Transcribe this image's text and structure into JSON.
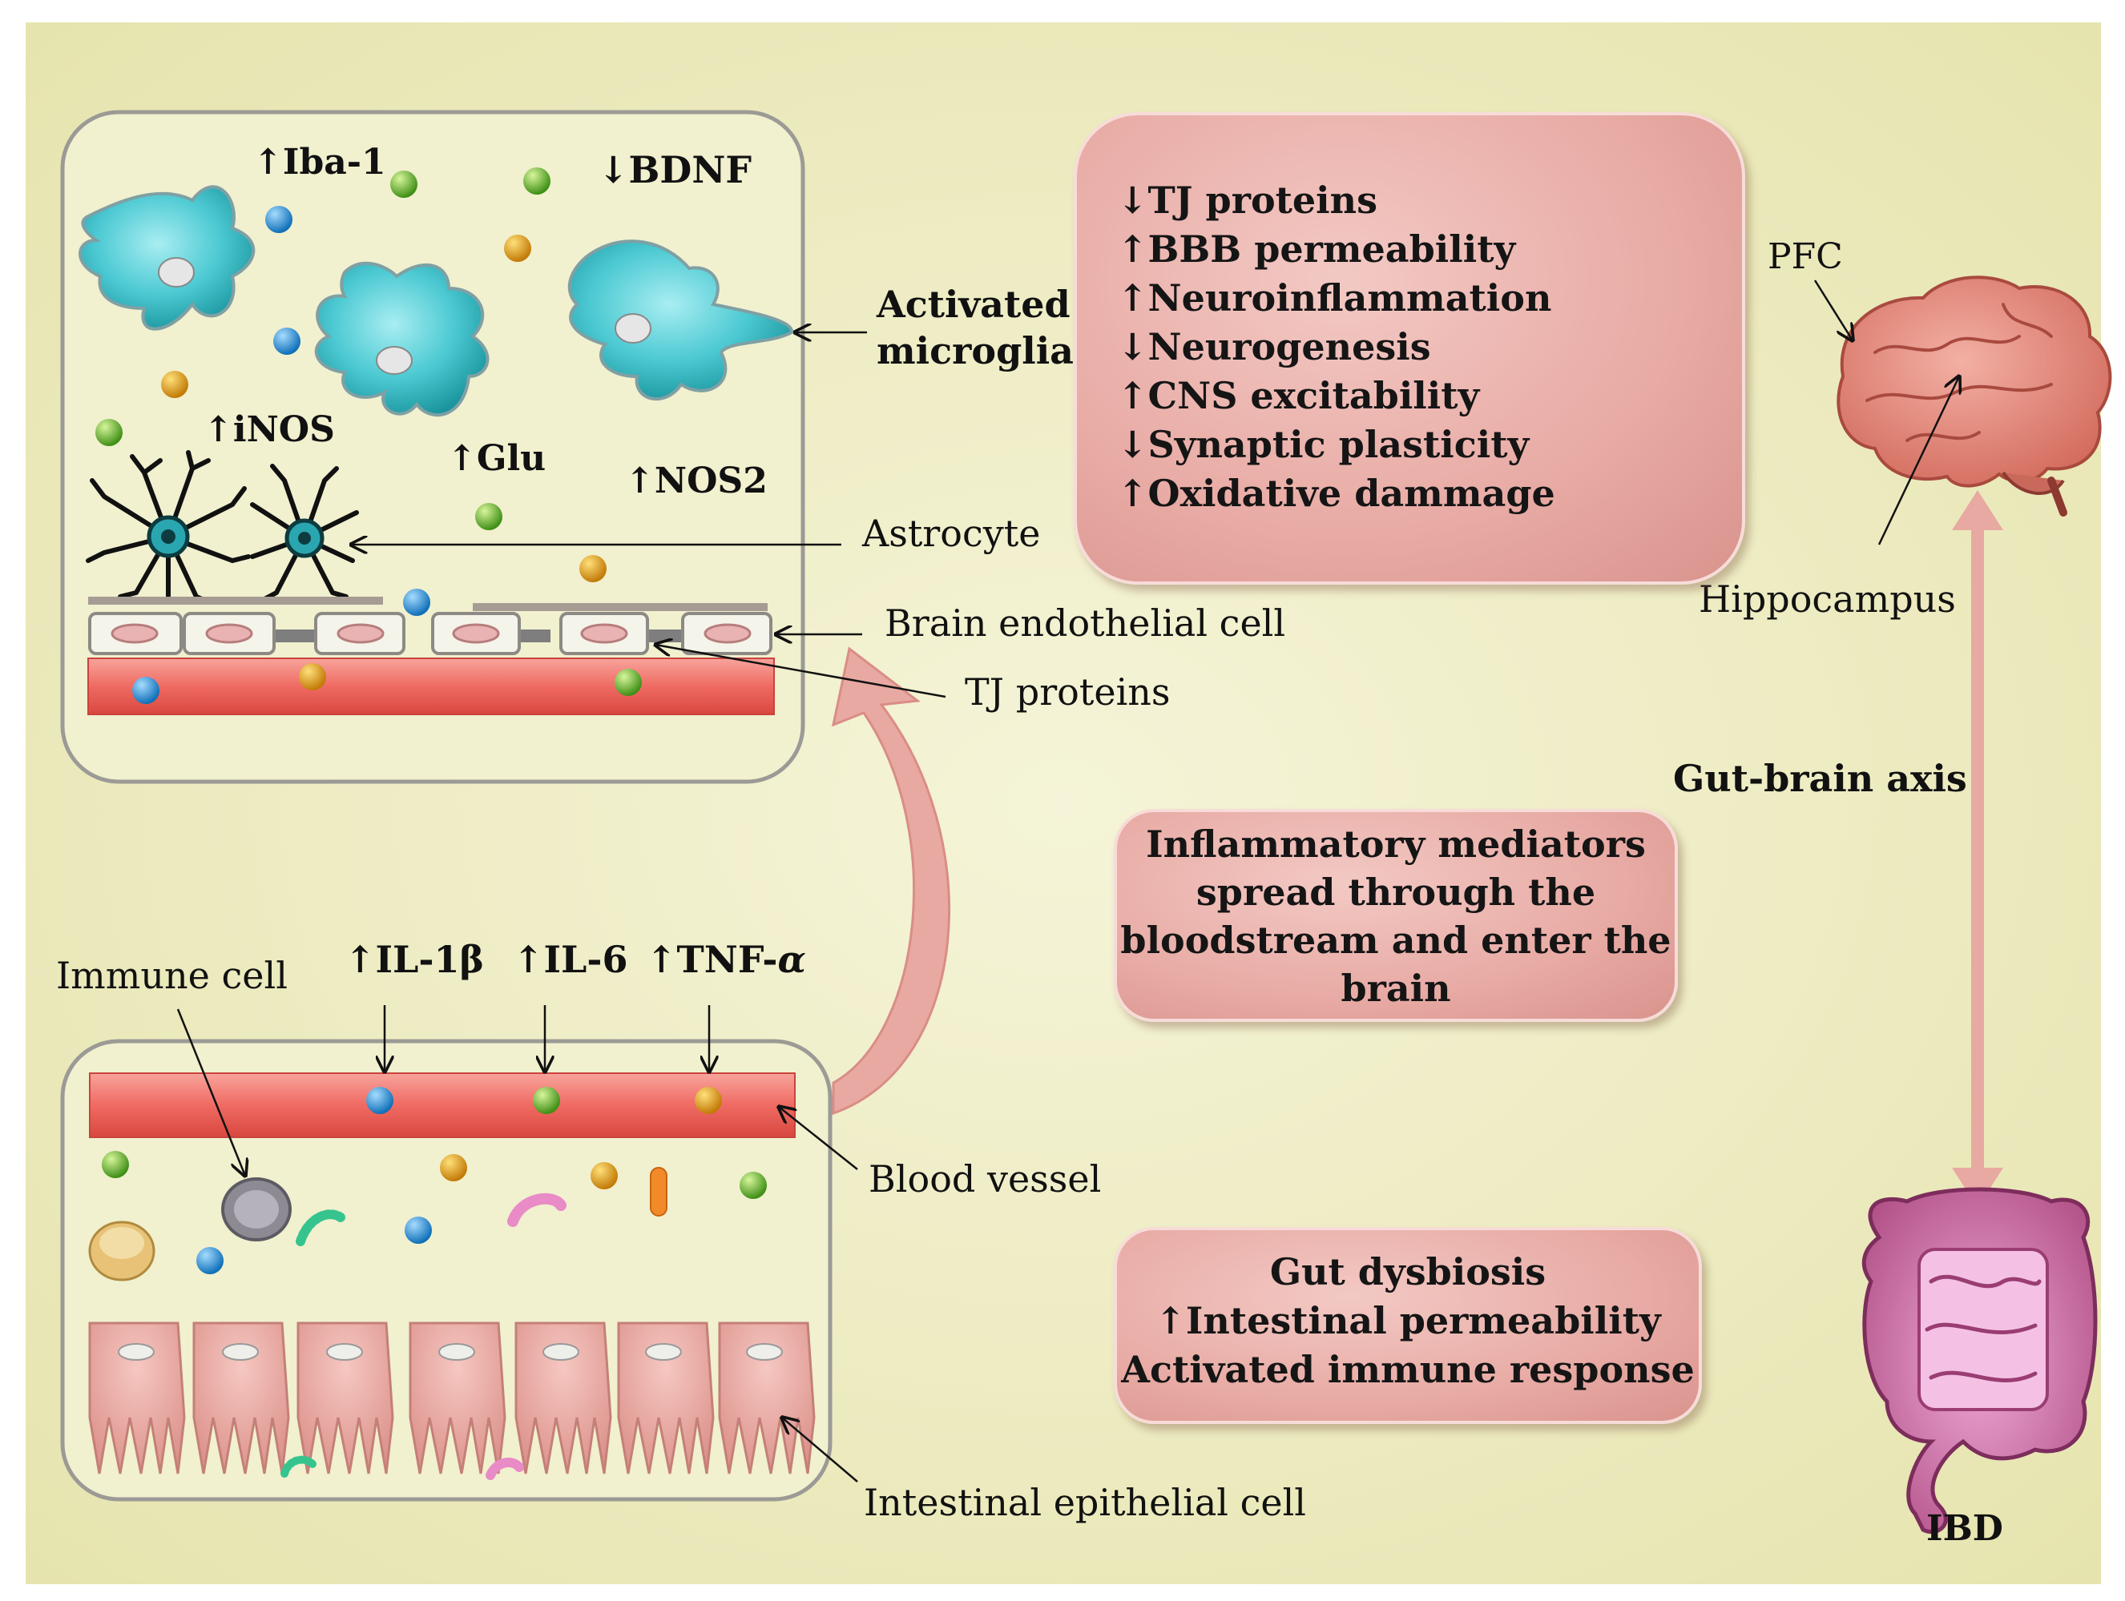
{
  "brain_panel": {
    "iba1": "↑Iba-1",
    "bdnf": "↓BDNF",
    "inos": "↑iNOS",
    "glu": "↑Glu",
    "nos2": "↑NOS2"
  },
  "labels": {
    "activated_microglia": [
      "Activated",
      "microglia"
    ],
    "astrocyte": "Astrocyte",
    "brain_endothelial_cell": "Brain endothelial  cell",
    "tj_proteins": "TJ proteins",
    "immune_cell": "Immune cell",
    "blood_vessel": "Blood vessel",
    "intestinal_epithelial_cell": "Intestinal epithelial  cell",
    "pfc": "PFC",
    "hippocampus": "Hippocampus",
    "gut_brain_axis": "Gut-brain axis",
    "ibd": "IBD"
  },
  "cytokines": {
    "il1b": "↑IL-1β",
    "il6": "↑IL-6",
    "tnfa_prefix": "↑TNF-",
    "tnfa_greek": "α"
  },
  "effects_box": [
    "↓TJ proteins",
    "↑BBB permeability",
    "↑Neuroinflammation",
    "↓Neurogenesis",
    "↑CNS excitability",
    "↓Synaptic plasticity",
    "↑Oxidative dammage"
  ],
  "mediators_box": [
    "Inflammatory mediators",
    "spread through the",
    "bloodstream and enter the",
    "brain"
  ],
  "gut_box": [
    "Gut dysbiosis",
    "↑Intestinal permeability",
    "Activated immune response"
  ],
  "colors": {
    "background": "#f0efc6",
    "box_fill": "#e8aaa4",
    "vessel": "#ef6b63",
    "microglia": "#3fc3cc",
    "particle_blue": "#1d8fd6",
    "particle_green": "#6cb829",
    "particle_yellow": "#e5a419"
  }
}
